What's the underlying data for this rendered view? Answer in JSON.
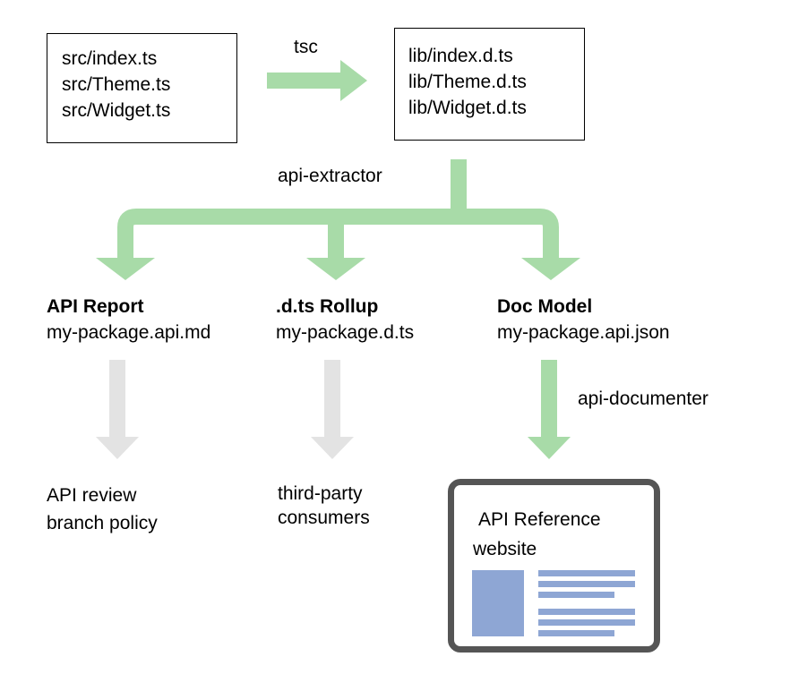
{
  "sources": {
    "files": [
      "src/index.ts",
      "src/Theme.ts",
      "src/Widget.ts"
    ]
  },
  "tsc": {
    "label": "tsc"
  },
  "declarations": {
    "files": [
      "lib/index.d.ts",
      "lib/Theme.d.ts",
      "lib/Widget.d.ts"
    ]
  },
  "extractor": {
    "label": "api-extractor"
  },
  "outputs": {
    "report": {
      "title": "API Report",
      "file": "my-package.api.md"
    },
    "rollup": {
      "title": ".d.ts Rollup",
      "file": "my-package.d.ts"
    },
    "docmodel": {
      "title": "Doc Model",
      "file": "my-package.api.json"
    }
  },
  "documenter": {
    "label": "api-documenter"
  },
  "consumers": {
    "review": [
      "API review",
      "branch policy"
    ],
    "thirdparty": [
      "third-party",
      "consumers"
    ]
  },
  "website": {
    "lines": [
      "API Reference",
      "website"
    ]
  },
  "colors": {
    "active_arrow": "#a8dba8",
    "inactive_arrow": "#e3e3e3",
    "website_frame": "#555555",
    "page_thumb": "#8ea6d4"
  }
}
